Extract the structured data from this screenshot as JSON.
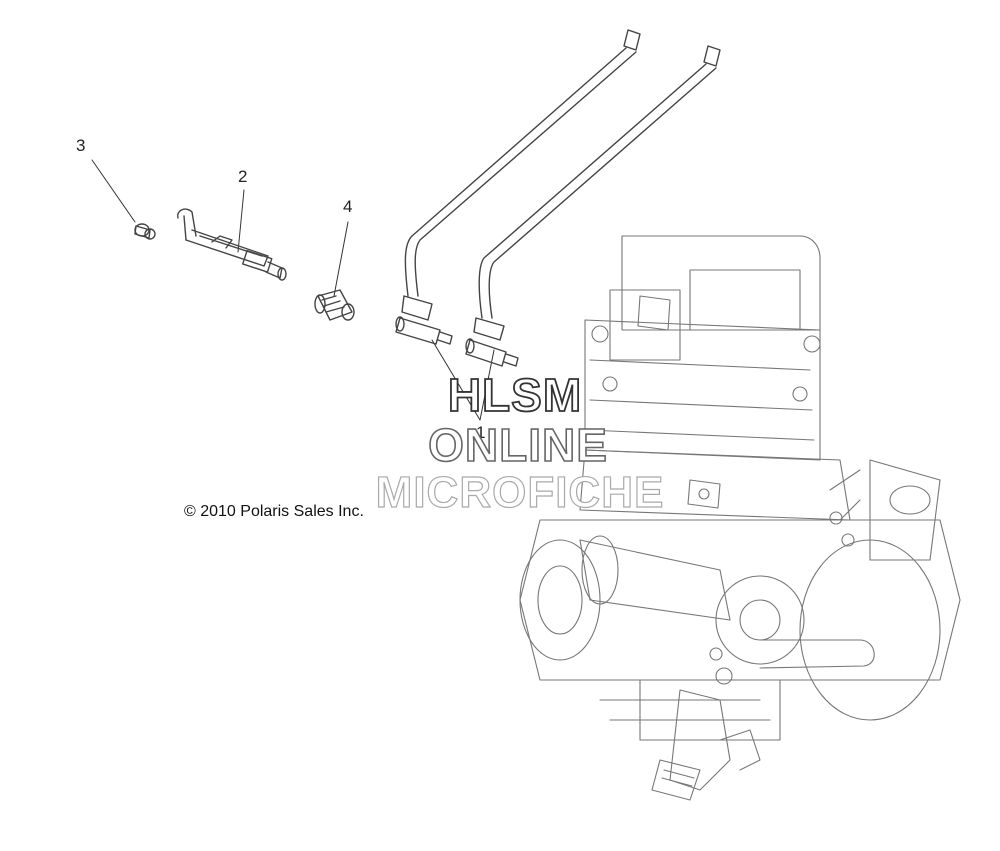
{
  "callouts": [
    {
      "id": "3",
      "label": "3"
    },
    {
      "id": "2",
      "label": "2"
    },
    {
      "id": "4",
      "label": "4"
    },
    {
      "id": "1",
      "label": "1"
    }
  ],
  "copyright": "© 2010 Polaris Sales Inc.",
  "watermark": {
    "line1": "HLSM",
    "line2": "ONLINE",
    "line3": "MICROFICHE"
  },
  "colors": {
    "line": "#333333",
    "light_line": "#888888",
    "background": "#ffffff"
  }
}
